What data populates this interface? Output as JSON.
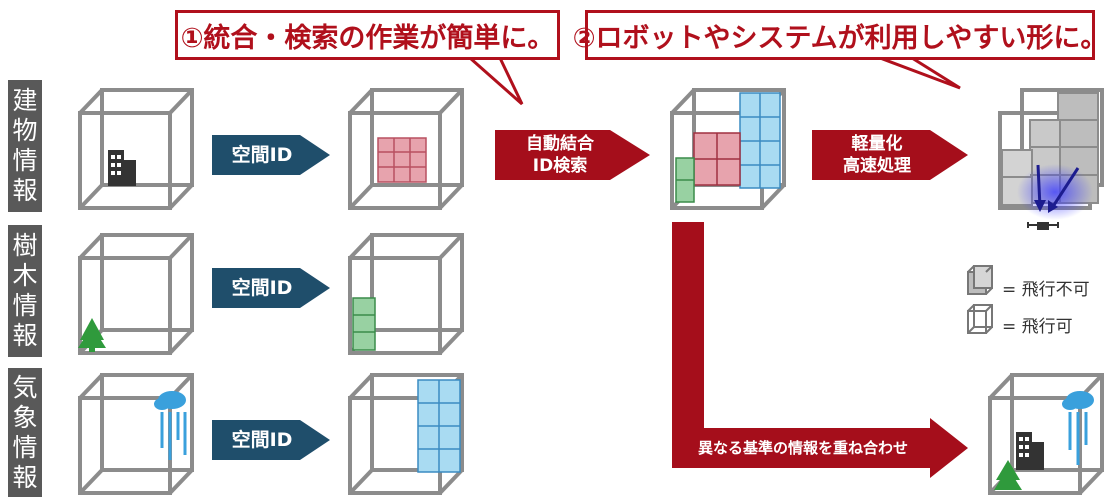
{
  "callouts": {
    "first": "①統合・検索の作業が簡単に。",
    "second": "②ロボットやシステムが利用しやすい形に。"
  },
  "rows": [
    {
      "chars": [
        "建",
        "物",
        "情",
        "報"
      ]
    },
    {
      "chars": [
        "樹",
        "木",
        "情",
        "報"
      ]
    },
    {
      "chars": [
        "気",
        "象",
        "情",
        "報"
      ]
    }
  ],
  "arrows": {
    "space_id": "空間ID",
    "auto_merge_line1": "自動結合",
    "auto_merge_line2": "ID検索",
    "lightweight_line1": "軽量化",
    "lightweight_line2": "高速処理",
    "overlay": "異なる基準の情報を重ね合わせ"
  },
  "legend": {
    "no_fly": "= 飛行不可",
    "fly_ok": "= 飛行可"
  },
  "colors": {
    "accent_red": "#a50e1b",
    "arrow_navy": "#1f4e6b",
    "label_gray": "#595959",
    "cube_gray": "#8c8c8c"
  }
}
